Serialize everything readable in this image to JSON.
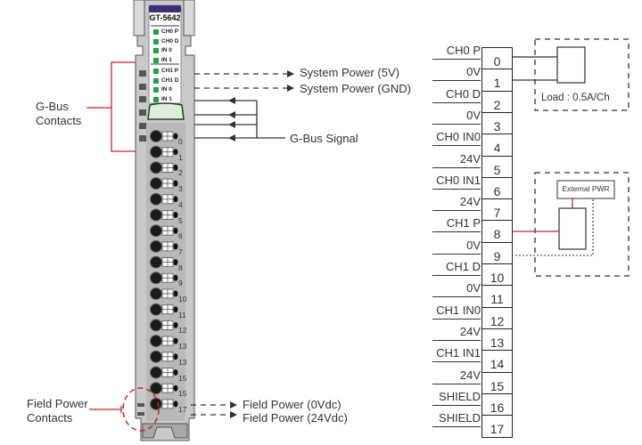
{
  "module": {
    "model": "GT-5642",
    "leds": [
      "CH0 P",
      "CH0 D",
      "IN 0",
      "IN 1",
      "CH1 P",
      "CH1 D",
      "IN 0",
      "IN 1"
    ],
    "terminal_numbers": [
      "0",
      "1",
      "2",
      "3",
      "4",
      "5",
      "6",
      "7",
      "8",
      "9",
      "10",
      "11",
      "12",
      "13",
      "13",
      "15",
      "15",
      "17"
    ]
  },
  "callouts": {
    "gbus_contacts": [
      "G-Bus",
      "Contacts"
    ],
    "field_power_contacts": [
      "Field Power",
      "Contacts"
    ],
    "system_power_5v": "System Power (5V)",
    "system_power_gnd": "System Power (GND)",
    "gbus_signal": "G-Bus Signal",
    "field_power_0v": "Field Power (0Vdc)",
    "field_power_24v": "Field Power (24Vdc)"
  },
  "wiring": {
    "terminals": [
      {
        "num": "0",
        "signal": "CH0 P"
      },
      {
        "num": "1",
        "signal": "0V"
      },
      {
        "num": "2",
        "signal": "CH0 D"
      },
      {
        "num": "3",
        "signal": "0V"
      },
      {
        "num": "4",
        "signal": "CH0 IN0"
      },
      {
        "num": "5",
        "signal": "24V"
      },
      {
        "num": "6",
        "signal": "CH0 IN1"
      },
      {
        "num": "7",
        "signal": "24V"
      },
      {
        "num": "8",
        "signal": "CH1 P"
      },
      {
        "num": "9",
        "signal": "0V"
      },
      {
        "num": "10",
        "signal": "CH1 D"
      },
      {
        "num": "11",
        "signal": "0V"
      },
      {
        "num": "12",
        "signal": "CH1 IN0"
      },
      {
        "num": "13",
        "signal": "24V"
      },
      {
        "num": "14",
        "signal": "CH1 IN1"
      },
      {
        "num": "15",
        "signal": "24V"
      },
      {
        "num": "16",
        "signal": "SHIELD"
      },
      {
        "num": "17",
        "signal": "SHIELD"
      }
    ],
    "load_label": "Load : 0.5A/Ch",
    "external_pwr_label": "External PWR"
  },
  "colors": {
    "red": "#c8202a",
    "led_green": "#21a33f",
    "module_purple": "#3e2d7a"
  }
}
